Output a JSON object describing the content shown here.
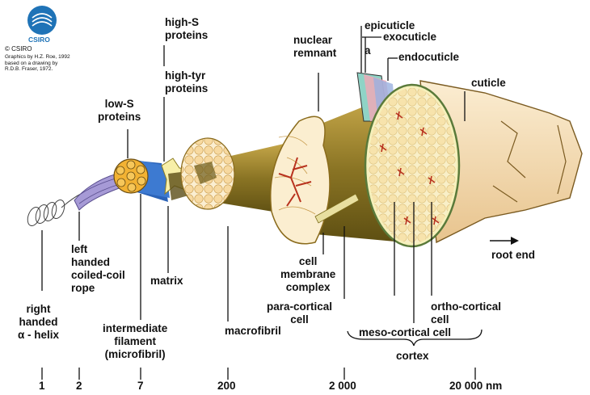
{
  "logo": {
    "name": "CSIRO",
    "copyright": "© CSIRO",
    "credit": "Graphics by H.Z. Roe, 1992\nbased on a drawing by\nR.D.B. Fraser, 1972."
  },
  "labels": {
    "right_handed_helix": "right\nhanded\nα - helix",
    "left_handed_rope": "left\nhanded\ncoiled-coil\nrope",
    "low_s_proteins": "low-S\nproteins",
    "high_s_proteins": "high-S\nproteins",
    "high_tyr_proteins": "high-tyr\nproteins",
    "matrix": "matrix",
    "intermediate_filament": "intermediate\nfilament\n(microfibril)",
    "macrofibril": "macrofibril",
    "nuclear_remnant": "nuclear\nremnant",
    "cell_membrane_complex": "cell\nmembrane\ncomplex",
    "para_cortical_cell": "para-cortical\ncell",
    "epicuticle": "epicuticle",
    "exocuticle": "exocuticle",
    "a_layer": "a",
    "endocuticle": "endocuticle",
    "cuticle": "cuticle",
    "root_end": "root end",
    "ortho_cortical_cell": "ortho-cortical\ncell",
    "meso_cortical_cell": "meso-cortical cell",
    "cortex": "cortex"
  },
  "scale": [
    "1",
    "2",
    "7",
    "200",
    "2 000",
    "20 000 nm"
  ],
  "colors": {
    "helix": "#555555",
    "rope": "#a69ad6",
    "microfibril": "#f2b233",
    "matrix_blue": "#2b63b8",
    "macrofibril": "#f6dca2",
    "cell_fill": "#fbeed0",
    "nucleus": "#b8321e",
    "cortex_cross": "#f4f1b8",
    "cuticle": "#f5e2c0",
    "tube": "#9c8524"
  }
}
